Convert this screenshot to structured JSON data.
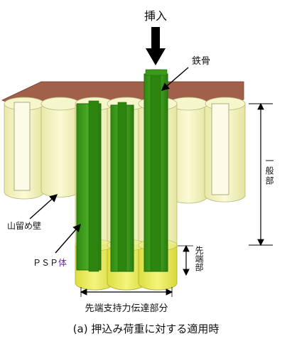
{
  "labels": {
    "insert": "挿入",
    "steel_frame": "鉄骨",
    "general_section": "一般部",
    "retaining_wall": "山留め壁",
    "psp_prefix": "ＰＳＰ",
    "psp_suffix": "体",
    "tip_section": "先端部",
    "tip_support_part": "先端支持力伝達部分"
  },
  "caption": "(a) 押込み荷重に対する適用時",
  "colors": {
    "soil": "#a0604a",
    "pile_fill": "#f2f2b8",
    "pile_tip": "#e8e860",
    "steel": "#3a9a1a",
    "steel_dark": "#1f6e0a",
    "psp_text_accent": "#7030a0"
  }
}
